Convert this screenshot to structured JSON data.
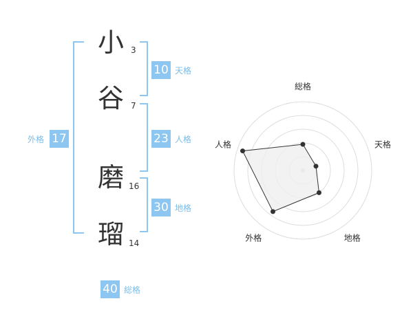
{
  "name": {
    "chars": [
      {
        "char": "小",
        "strokes": "3"
      },
      {
        "char": "谷",
        "strokes": "7"
      },
      {
        "char": "磨",
        "strokes": "16"
      },
      {
        "char": "瑠",
        "strokes": "14"
      }
    ]
  },
  "kaku": {
    "tenkaku": {
      "label": "天格",
      "value": "10"
    },
    "jinkaku": {
      "label": "人格",
      "value": "23"
    },
    "chikaku": {
      "label": "地格",
      "value": "30"
    },
    "gaikaku": {
      "label": "外格",
      "value": "17"
    },
    "soukaku": {
      "label": "総格",
      "value": "40"
    }
  },
  "chart_data": {
    "type": "radar",
    "categories": [
      "総格",
      "天格",
      "地格",
      "外格",
      "人格"
    ],
    "values": [
      1.9,
      1.0,
      2.0,
      3.7,
      4.6
    ],
    "rlim": [
      0,
      5
    ],
    "rings": 5,
    "colors": {
      "fill": "#efefef",
      "line": "#333333",
      "grid": "#dddddd",
      "point": "#333333"
    }
  },
  "colors": {
    "accent": "#8dc6f0",
    "label": "#7cbde8"
  }
}
